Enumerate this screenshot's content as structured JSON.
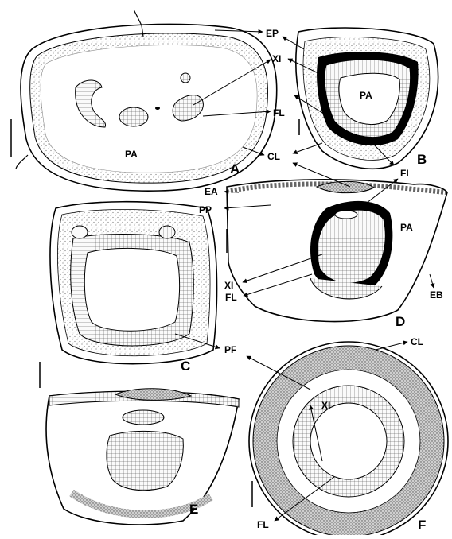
{
  "panels": {
    "A": "A",
    "B": "B",
    "C": "C",
    "D": "D",
    "E": "E",
    "F": "F"
  },
  "labels": {
    "EP": "EP",
    "XI": "XI",
    "FL": "FL",
    "CL": "CL",
    "PA": "PA",
    "FI": "FI",
    "EA": "EA",
    "PP": "PP",
    "EB": "EB",
    "PF": "PF"
  },
  "colors": {
    "ink": "#000000",
    "paper": "#ffffff",
    "stipple": "#d9d9d9",
    "dense_stipple": "#b5b5b5",
    "xylem_fill": "#f1f1f1"
  }
}
